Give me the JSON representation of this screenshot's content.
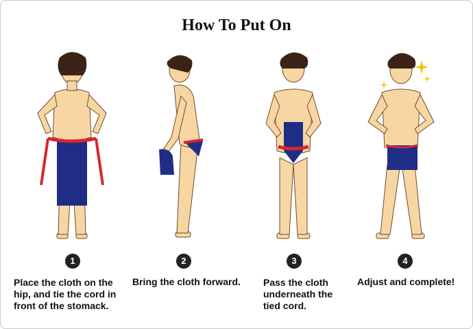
{
  "title": "How To Put On",
  "colors": {
    "skin": "#f8d6a4",
    "hair": "#3b2417",
    "cloth": "#1f2d86",
    "cord": "#d8262b",
    "outline": "#6b4a2a"
  },
  "steps": [
    {
      "number": "1",
      "caption_lines": [
        "Place the cloth on the",
        "hip, and tie the cord in",
        "front of the stomack."
      ]
    },
    {
      "number": "2",
      "caption_lines": [
        "Bring the cloth forward."
      ]
    },
    {
      "number": "3",
      "caption_lines": [
        "Pass the cloth",
        "underneath the",
        "tied cord."
      ]
    },
    {
      "number": "4",
      "caption_lines": [
        "Adjust and complete!"
      ]
    }
  ]
}
